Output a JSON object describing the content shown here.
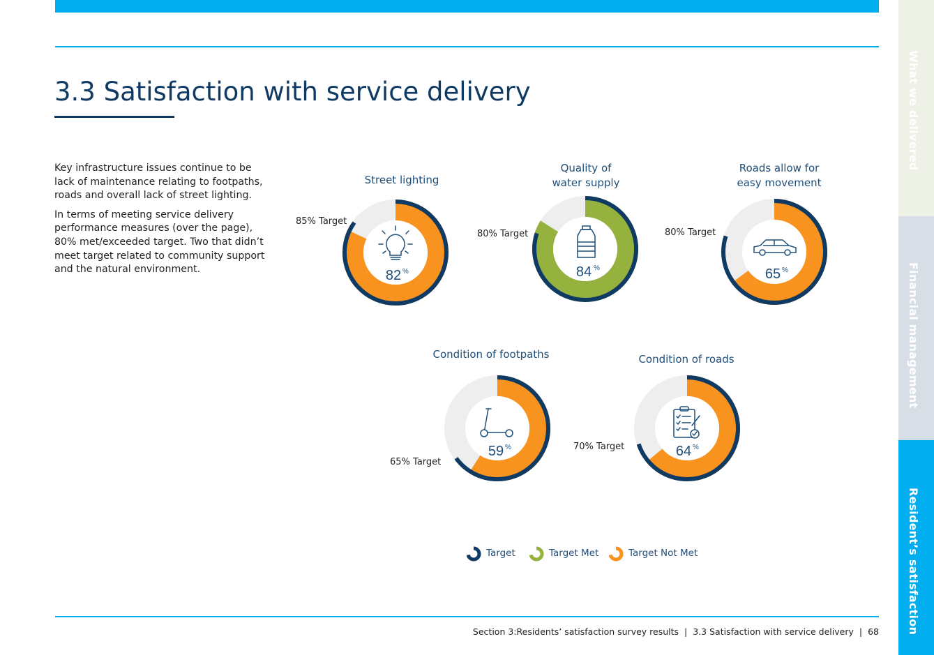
{
  "title": "3.3 Satisfaction with service delivery",
  "intro": {
    "paragraph1": "Key infrastructure issues continue to be lack of maintenance relating to footpaths, roads and overall lack of street lighting.",
    "paragraph2": "In terms of meeting service delivery performance measures (over the page), 80% met/exceeded target. Two that didn’t meet target related to community support and the natural environment."
  },
  "colors": {
    "target": "#0f3a63",
    "target_met": "#95b13e",
    "target_not_met": "#f7931e",
    "track": "#eeeeee",
    "accent": "#00aeef",
    "title": "#0f3a63"
  },
  "charts": {
    "street_lighting": {
      "title": "Street lighting",
      "value": "82",
      "percent_sign": "%",
      "target_label": "85% Target",
      "icon": "lightbulb-icon"
    },
    "water_supply": {
      "title_line1": "Quality of",
      "title_line2": "water supply",
      "value": "84",
      "percent_sign": "%",
      "target_label": "80% Target",
      "icon": "water-bottle-icon"
    },
    "roads_movement": {
      "title_line1": "Roads allow for",
      "title_line2": "easy movement",
      "value": "65",
      "percent_sign": "%",
      "target_label": "80% Target",
      "icon": "car-icon"
    },
    "footpaths": {
      "title": "Condition of footpaths",
      "value": "59",
      "percent_sign": "%",
      "target_label": "65% Target",
      "icon": "scooter-icon"
    },
    "roads_condition": {
      "title": "Condition of roads",
      "value": "64",
      "percent_sign": "%",
      "target_label": "70% Target",
      "icon": "clipboard-checklist-icon"
    }
  },
  "chart_data": {
    "type": "donut",
    "series": [
      {
        "name": "Street lighting",
        "value": 82,
        "target": 85,
        "status": "Target Not Met"
      },
      {
        "name": "Quality of water supply",
        "value": 84,
        "target": 80,
        "status": "Target Met"
      },
      {
        "name": "Roads allow for easy movement",
        "value": 65,
        "target": 80,
        "status": "Target Not Met"
      },
      {
        "name": "Condition of footpaths",
        "value": 59,
        "target": 65,
        "status": "Target Not Met"
      },
      {
        "name": "Condition of roads",
        "value": 64,
        "target": 70,
        "status": "Target Not Met"
      }
    ]
  },
  "legend": {
    "target": "Target",
    "target_met": "Target Met",
    "target_not_met": "Target Not Met"
  },
  "side_tabs": {
    "tab1": "What we delivered",
    "tab2": "Financial management",
    "tab3": "Resident’s satisfaction"
  },
  "footer": {
    "section": "Section 3:Residents’ satisfaction survey results",
    "subsection": "3.3 Satisfaction with service delivery",
    "page_number": "68",
    "separator": "|"
  }
}
